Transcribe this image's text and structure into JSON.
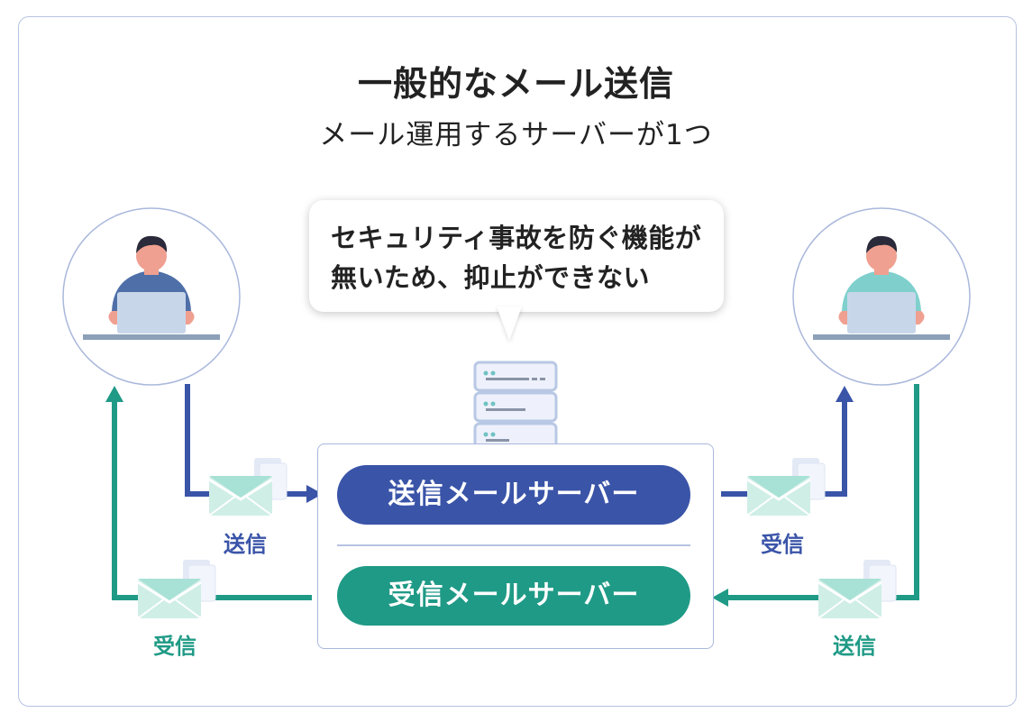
{
  "title": "一般的なメール送信",
  "subtitle": "メール運用するサーバーが1つ",
  "callout": {
    "line1": "セキュリティ事故を防ぐ機能が",
    "line2": "無いため、抑止ができない"
  },
  "servers": {
    "send": "送信メールサーバー",
    "receive": "受信メールサーバー"
  },
  "flow_labels": {
    "left_top": "送信",
    "left_bottom": "受信",
    "right_top": "受信",
    "right_bottom": "送信"
  },
  "colors": {
    "send": "#3a54a8",
    "receive": "#1f9a86",
    "frame": "#b7c3e2"
  },
  "icons": [
    "person-at-laptop-icon",
    "server-stack-icon",
    "envelope-icon",
    "document-icon"
  ]
}
